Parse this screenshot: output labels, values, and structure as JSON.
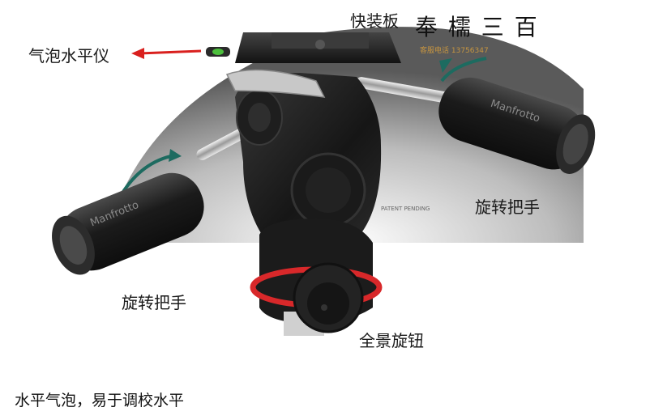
{
  "labels": {
    "bubble_level": "气泡水平仪",
    "quick_plate": "快装板",
    "rotate_handle_right": "旋转把手",
    "rotate_handle_left": "旋转把手",
    "pano_knob": "全景旋钮"
  },
  "watermark": {
    "brand": "奉 檽 三 百",
    "phone": "客服电话 13756347"
  },
  "handle_text": "Manfrotto",
  "caption": "水平气泡，易于调校水平",
  "colors": {
    "arrow_red": "#d9201e",
    "arc_teal": "#1d6b60",
    "ring_red": "#d8282a",
    "body_dark": "#1b1b1b",
    "gray_bg": "#6c6c6c"
  }
}
